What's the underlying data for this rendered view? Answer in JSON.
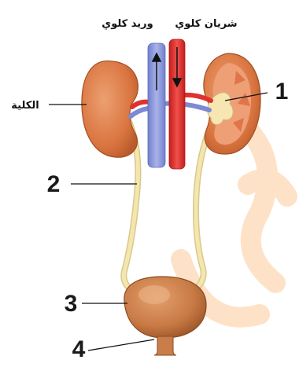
{
  "labels": {
    "renal_vein": "وريد كلوي",
    "renal_artery": "شريان كلوي",
    "kidney": "الكلية",
    "n1": "1",
    "n2": "2",
    "n3": "3",
    "n4": "4"
  },
  "colors": {
    "kidney": "#d9743f",
    "vein": "#8f9bdc",
    "artery": "#e0312f",
    "ureter": "#f2e3a6",
    "bladder": "#c87a45",
    "watermark": "#fde4cc"
  }
}
